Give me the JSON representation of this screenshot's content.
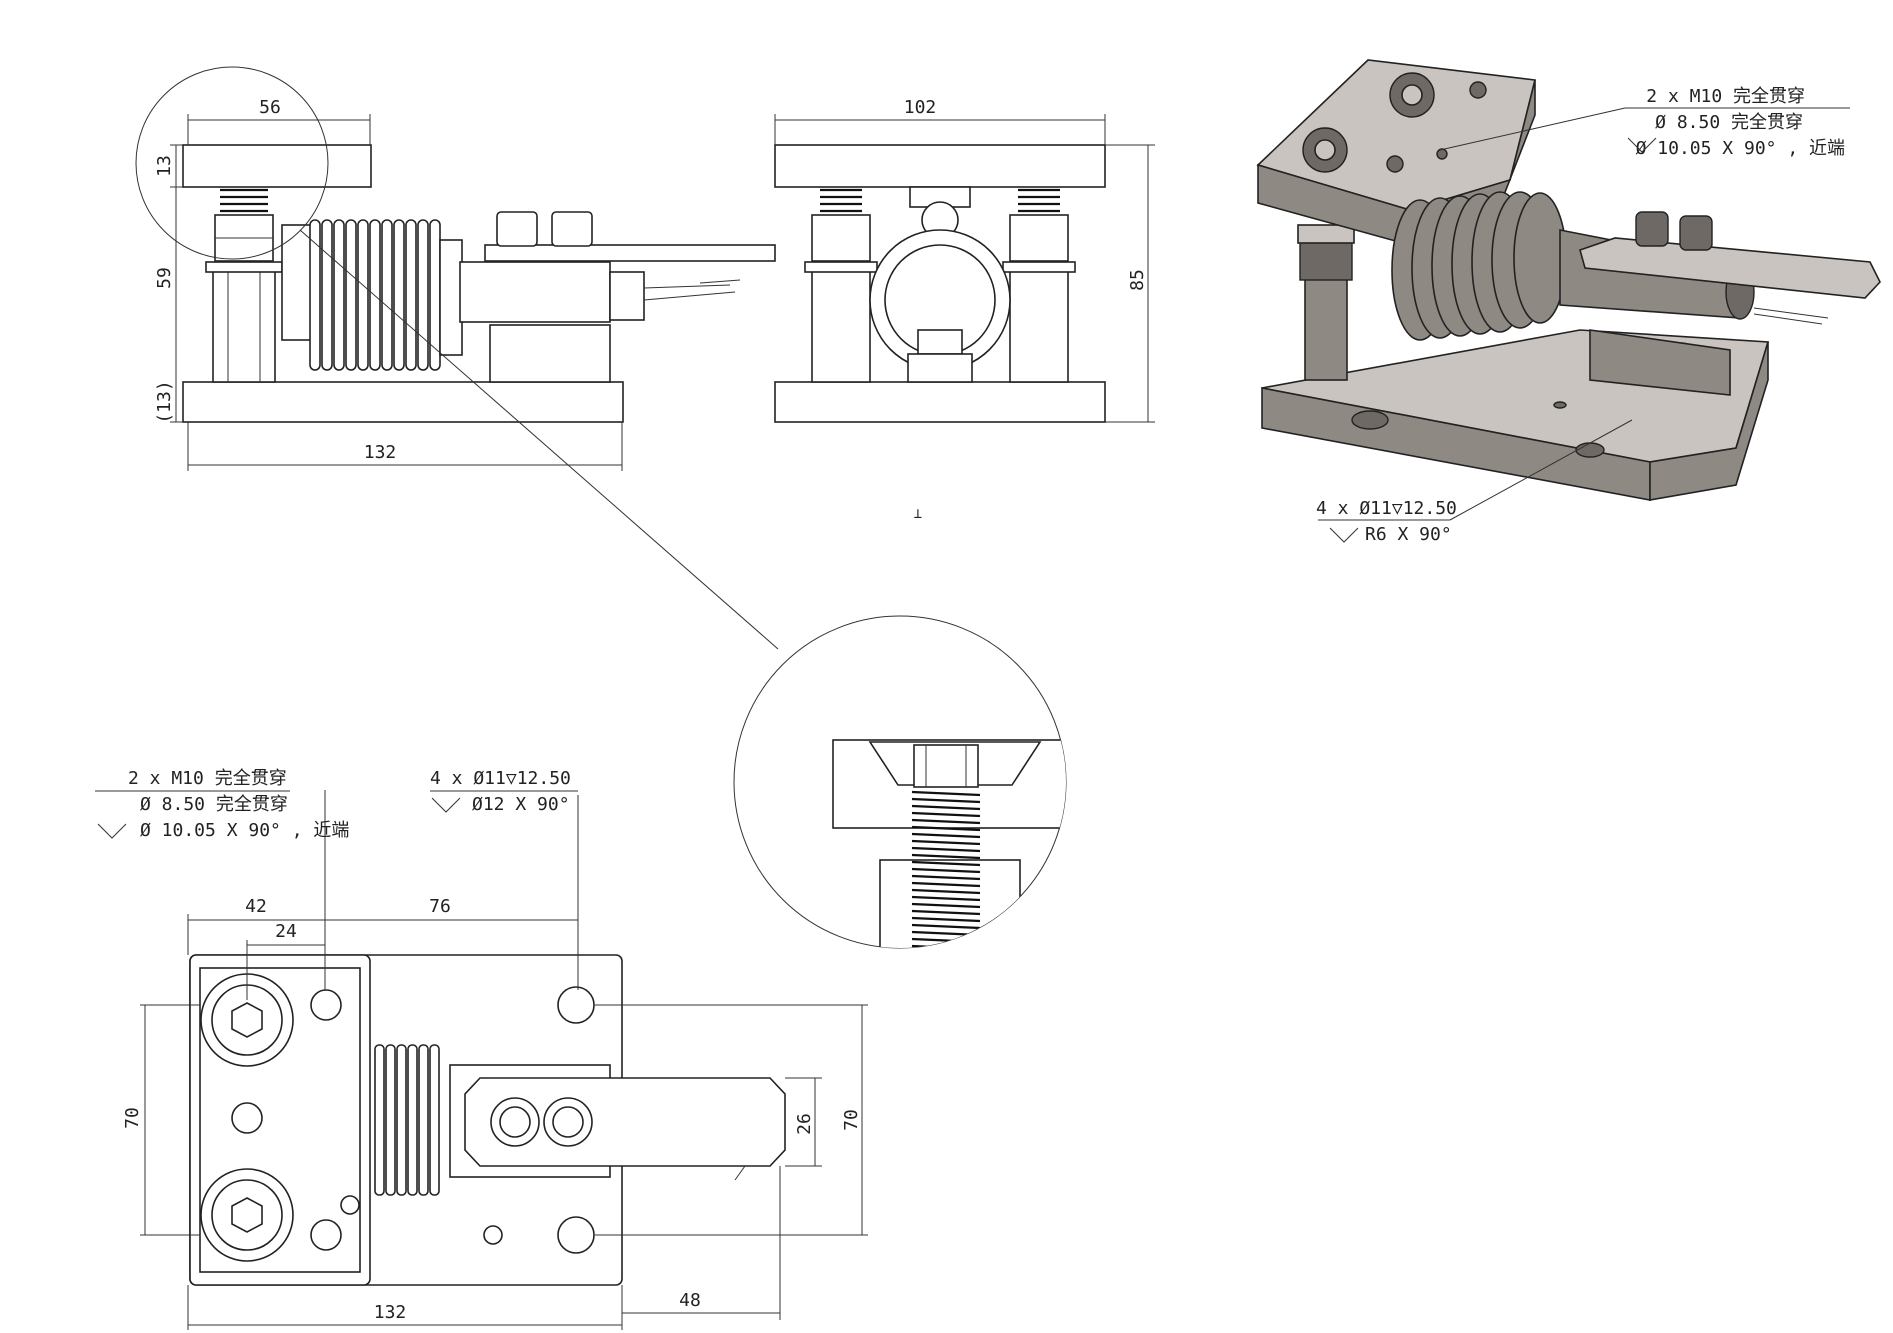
{
  "side_view": {
    "dims": {
      "top_width": "56",
      "top_plate": "13",
      "mid_height": "59",
      "base_plate": "(13)",
      "base_length": "132"
    }
  },
  "front_view": {
    "dims": {
      "width": "102",
      "height": "85"
    }
  },
  "iso_view": {
    "note_top": {
      "line1": "2 x  M10  完全贯穿",
      "line2": "Ø  8.50 完全贯穿",
      "line3": "Ø  10.05 X 90° , 近端"
    },
    "note_base": {
      "line1": "4 x  Ø11▽12.50",
      "line2": "R6 X 90°"
    }
  },
  "plan_view": {
    "note_left": {
      "line1": "2 x  M10  完全贯穿",
      "line2": "Ø  8.50 完全贯穿",
      "line3": "Ø  10.05 X 90° , 近端"
    },
    "note_right": {
      "line1": "4 x  Ø11▽12.50",
      "line2": "Ø12 X 90°"
    },
    "dims": {
      "d42": "42",
      "d24": "24",
      "d76": "76",
      "h70_left": "70",
      "d26": "26",
      "h70_right": "70",
      "d132": "132",
      "d48": "48"
    }
  },
  "center_mark": "⊥"
}
